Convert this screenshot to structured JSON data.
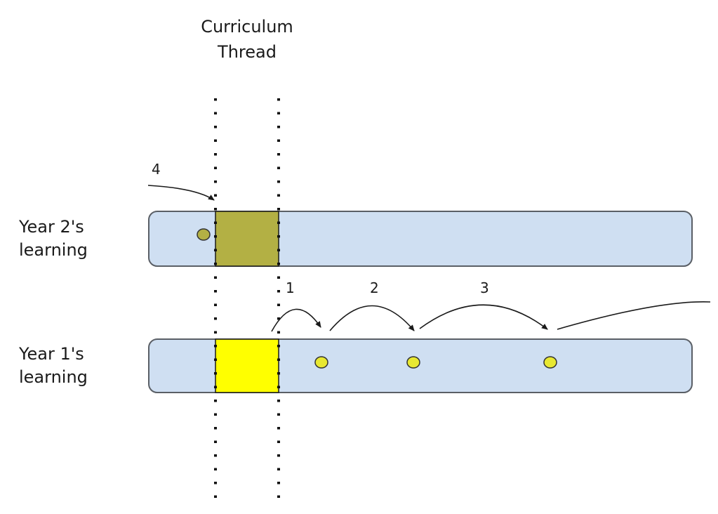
{
  "title": {
    "line1": "Curriculum",
    "line2": "Thread"
  },
  "rows": [
    {
      "label_line1": "Year 2's",
      "label_line2": "learning"
    },
    {
      "label_line1": "Year 1's",
      "label_line2": "learning"
    }
  ],
  "steps": [
    "1",
    "2",
    "3",
    "4"
  ],
  "colors": {
    "band_fill": "#cfdff2",
    "band_stroke": "#5a5f66",
    "thread_year2": "#b3b044",
    "thread_year1": "#ffff00",
    "dot_year2": "#b3b044",
    "dot_year1": "#e8e832"
  }
}
